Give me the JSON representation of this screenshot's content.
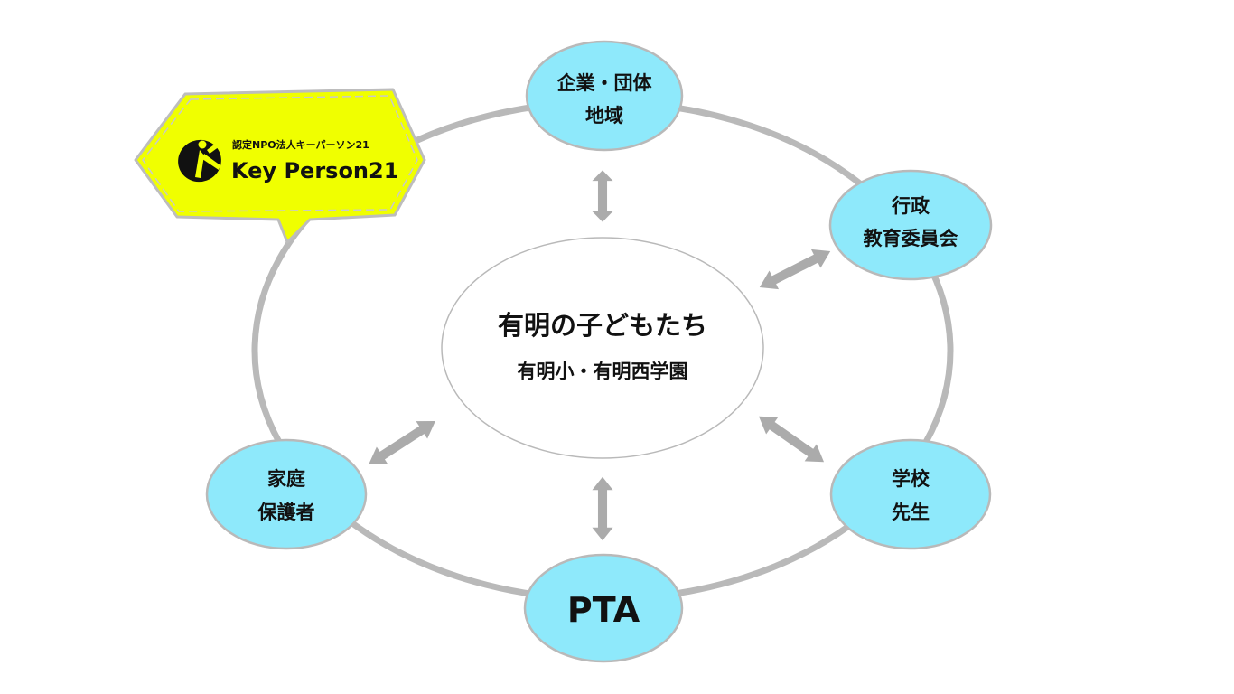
{
  "center": {
    "title": "有明の子どもたち",
    "subtitle": "有明小・有明西学園"
  },
  "nodes": {
    "business": {
      "line1": "企業・団体",
      "line2": "地域"
    },
    "government": {
      "line1": "行政",
      "line2": "教育委員会"
    },
    "school": {
      "line1": "学校",
      "line2": "先生"
    },
    "pta": {
      "line1": "PTA"
    },
    "family": {
      "line1": "家庭",
      "line2": "保護者"
    }
  },
  "logo": {
    "org_type": "認定NPO法人キーパーソン21",
    "name": "Key Person21",
    "icon": "running-person-logo-icon",
    "background_color": "#f0ff00"
  },
  "colors": {
    "node_fill": "#8ee9fb",
    "ring_stroke": "#b9b9b9",
    "arrow_fill": "#ababab"
  }
}
